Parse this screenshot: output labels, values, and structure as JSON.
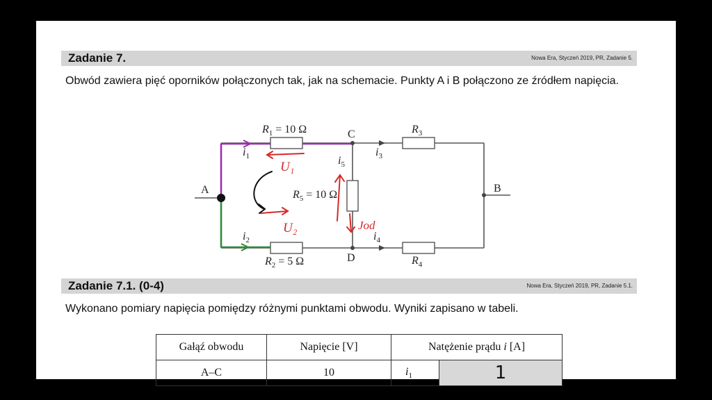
{
  "task": {
    "title": "Zadanie 7.",
    "source": "Nowa Era, Styczeń 2019, PR, Zadanie 5.",
    "text": "Obwód zawiera pięć oporników połączonych tak, jak na schemacie. Punkty A i B połączono ze źródłem napięcia."
  },
  "circuit": {
    "points": {
      "A": "A",
      "B": "B",
      "C": "C",
      "D": "D"
    },
    "resistors": {
      "r1": {
        "name": "R",
        "sub": "1",
        "value": " = 10 Ω"
      },
      "r2": {
        "name": "R",
        "sub": "2",
        "value": " = 5 Ω"
      },
      "r3": {
        "name": "R",
        "sub": "3"
      },
      "r4": {
        "name": "R",
        "sub": "4"
      },
      "r5": {
        "name": "R",
        "sub": "5",
        "value": " = 10 Ω"
      }
    },
    "currents": {
      "i1": {
        "name": "i",
        "sub": "1"
      },
      "i2": {
        "name": "i",
        "sub": "2"
      },
      "i3": {
        "name": "i",
        "sub": "3"
      },
      "i4": {
        "name": "i",
        "sub": "4"
      },
      "i5": {
        "name": "i",
        "sub": "5"
      }
    },
    "handwriting": {
      "u1": "U₁",
      "u2": "U₂",
      "jod": "Jod"
    },
    "colors": {
      "purple": "#9b2fae",
      "green": "#2e8b3a",
      "red": "#d42a2a",
      "wire": "#555555"
    }
  },
  "subtask": {
    "title": "Zadanie 7.1. (0-4)",
    "source": "Nowa Era, Styczeń 2019, PR, Zadanie 5.1.",
    "text": "Wykonano pomiary napięcia pomiędzy różnymi punktami obwodu. Wyniki zapisano w tabeli."
  },
  "table": {
    "headers": {
      "branch": "Gałąź obwodu",
      "voltage": "Napięcie [V]",
      "current_pre": "Natężenie prądu ",
      "current_var": "i",
      "current_post": " [A]"
    },
    "rows": [
      {
        "branch": "A–C",
        "voltage": "10",
        "current_name": "i",
        "current_sub": "1",
        "answer": "1"
      }
    ]
  }
}
